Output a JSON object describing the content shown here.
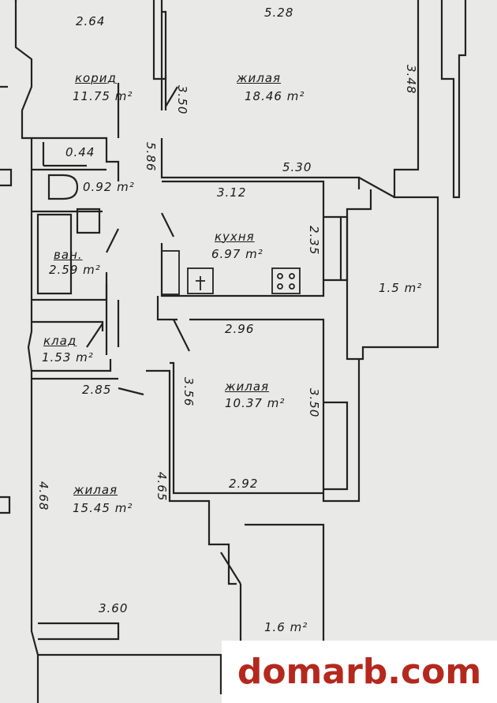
{
  "rooms": {
    "corridor": {
      "name": "корид",
      "area": "11.75 m²"
    },
    "living_big": {
      "name": "жилая",
      "area": "18.46 m²"
    },
    "toilet": {
      "name": "",
      "area": "0.44"
    },
    "wc": {
      "area": "0.92 m²"
    },
    "bath": {
      "name": "ван.",
      "area": "2.59 m²"
    },
    "kitchen": {
      "name": "кухня",
      "area": "6.97 m²"
    },
    "balcony_top": {
      "area": "1.5 m²"
    },
    "storage": {
      "name": "клад",
      "area": "1.53 m²"
    },
    "living_mid": {
      "name": "жилая",
      "area": "10.37 m²"
    },
    "living_left": {
      "name": "жилая",
      "area": "15.45 m²"
    },
    "balcony_bottom": {
      "area": "1.6 m²"
    }
  },
  "dimensions": {
    "d1": "2.64",
    "d2": "5.28",
    "d3": "3.48",
    "d4": "3.50",
    "d5": "5.86",
    "d6": "5.30",
    "d7": "3.12",
    "d8": "2.35",
    "d9": "2.96",
    "d10": "3.56",
    "d11": "3.50",
    "d12": "2.85",
    "d13": "2.92",
    "d14": "4.68",
    "d15": "4.65",
    "d16": "3.60"
  },
  "watermark": "domarb.com"
}
